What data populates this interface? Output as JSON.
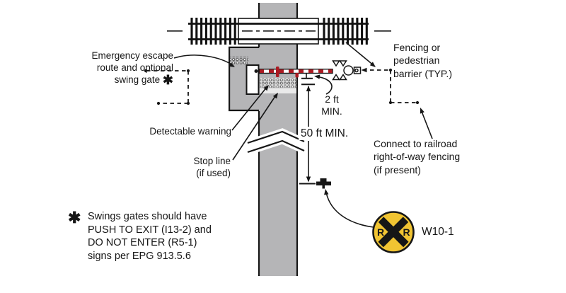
{
  "labels": {
    "emergency_escape": {
      "line1": "Emergency escape",
      "line2": "route and optional",
      "line3": "swing gate",
      "star": "✱"
    },
    "detectable_warning": "Detectable warning",
    "stop_line": {
      "line1": "Stop line",
      "line2": "(if used)"
    },
    "dim_2ft": {
      "line1": "2 ft",
      "line2": "MIN."
    },
    "dim_50ft": "50 ft MIN.",
    "fencing": {
      "line1": "Fencing or",
      "line2": "pedestrian",
      "line3": "barrier (TYP.)"
    },
    "connect": {
      "line1": "Connect to railroad",
      "line2": "right-of-way fencing",
      "line3": "(if present)"
    },
    "note": {
      "star": "✱",
      "line1": "Swings gates should have",
      "line2": "PUSH TO EXIT (I13-2) and",
      "line3": "DO NOT ENTER (R5-1)",
      "line4": "signs per EPG 913.5.6"
    },
    "sign": {
      "name": "W10-1",
      "letter_left": "R",
      "letter_right": "R"
    }
  },
  "colors": {
    "path_gray": "#b5b5b7",
    "gate_red": "#ab1a22",
    "sign_yellow": "#f1c432",
    "ink": "#161616"
  }
}
